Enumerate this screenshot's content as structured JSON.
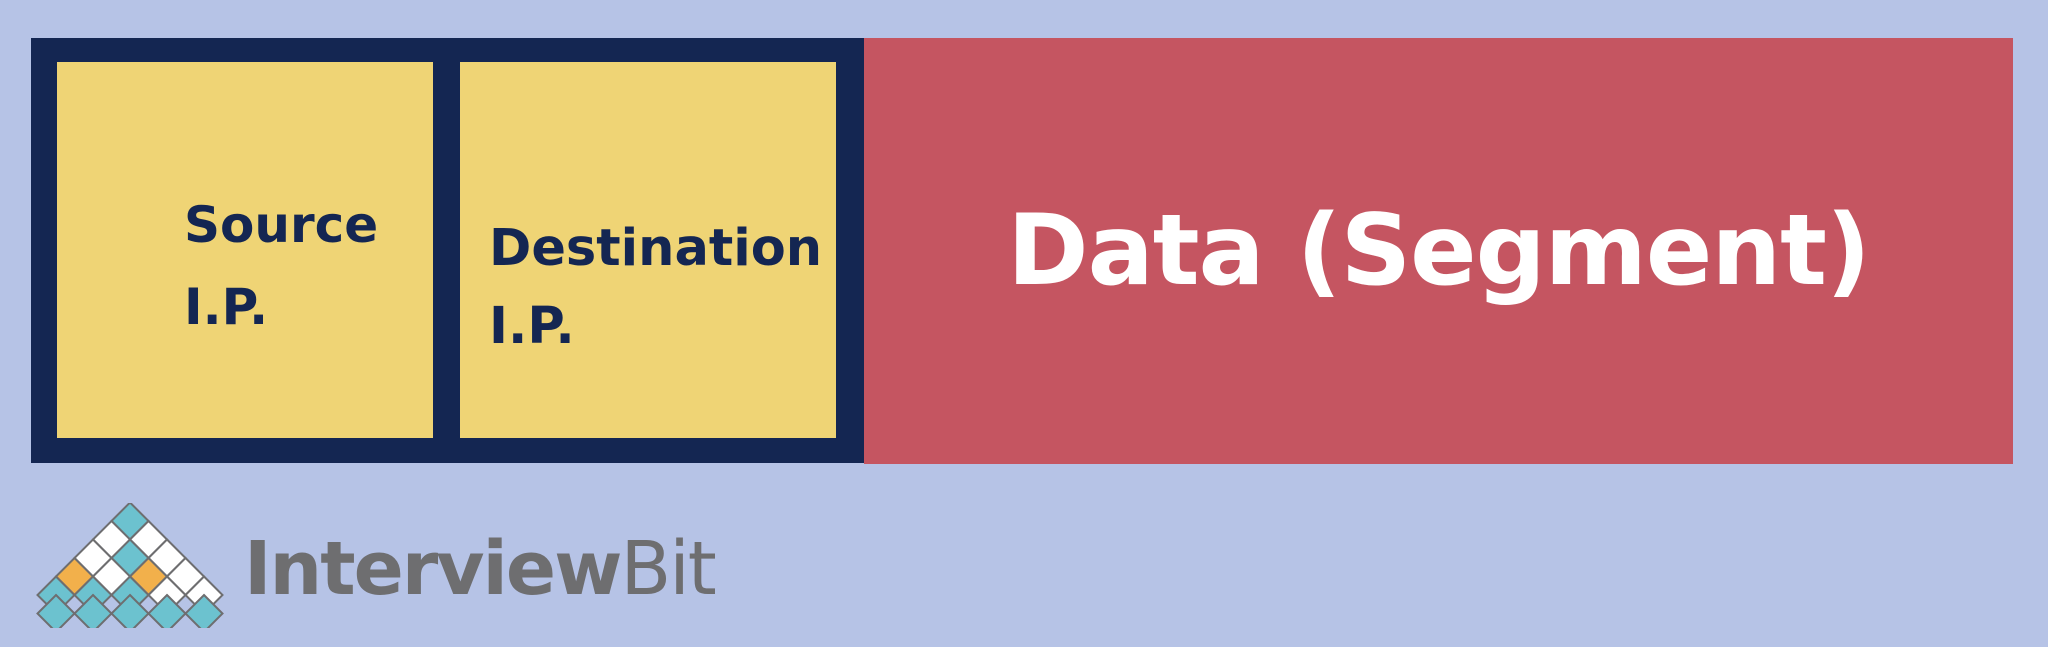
{
  "diagram": {
    "fields": [
      {
        "label": "Source\nI.P."
      },
      {
        "label": "Destination\nI.P."
      }
    ],
    "data_label": "Data (Segment)"
  },
  "logo": {
    "name_bold": "Interview",
    "name_light": "Bit"
  },
  "colors": {
    "background": "#b6c3e6",
    "header_border": "#142652",
    "field_fill": "#efd475",
    "data_fill": "#c55561",
    "logo_teal": "#6cc2cf",
    "logo_orange": "#f2b04b",
    "logo_text": "#6e6e70"
  }
}
